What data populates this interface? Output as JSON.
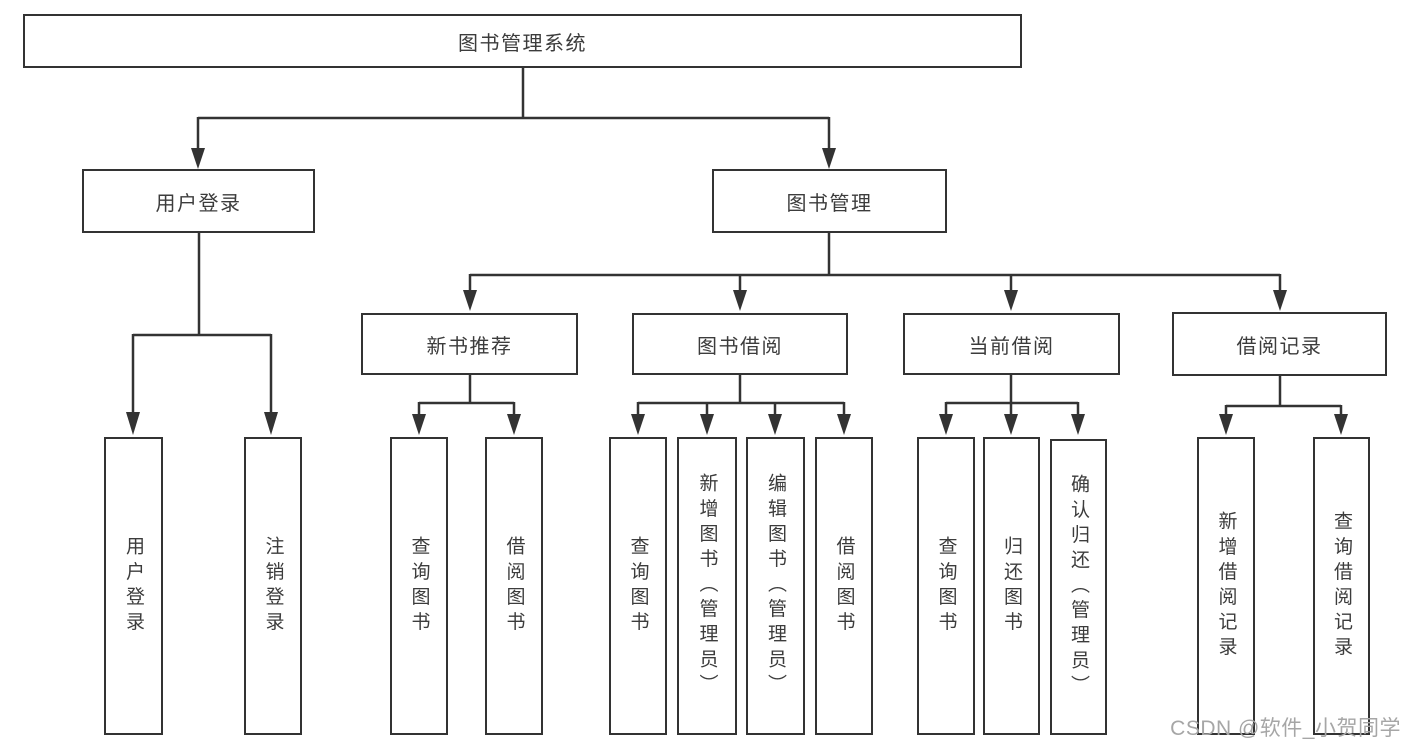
{
  "diagram": {
    "nodes": {
      "root": "图书管理系统",
      "user_login": "用户登录",
      "book_mgmt": "图书管理",
      "new_book": "新书推荐",
      "book_borrow": "图书借阅",
      "current_borrow": "当前借阅",
      "borrow_record": "借阅记录",
      "ul_login": "用户登录",
      "ul_logout": "注销登录",
      "nb_query": "查询图书",
      "nb_borrow": "借阅图书",
      "bb_query": "查询图书",
      "bb_add": "新增图书（管理员）",
      "bb_edit": "编辑图书（管理员）",
      "bb_borrow": "借阅图书",
      "cb_query": "查询图书",
      "cb_return": "归还图书",
      "cb_confirm": "确认归还（管理员）",
      "br_add": "新增借阅记录",
      "br_query": "查询借阅记录"
    },
    "colors": {
      "line": "#333333",
      "text": "#3c3c3c",
      "box_background": "#ffffff",
      "watermark": "#a6a6a6"
    }
  },
  "watermark": {
    "text": "CSDN @软件_小贺同学"
  }
}
